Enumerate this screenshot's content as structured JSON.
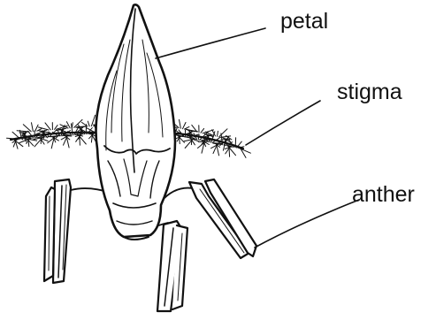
{
  "labels": {
    "petal": "petal",
    "stigma": "stigma",
    "anther": "anther"
  },
  "colors": {
    "ink": "#111111",
    "background": "#ffffff"
  }
}
